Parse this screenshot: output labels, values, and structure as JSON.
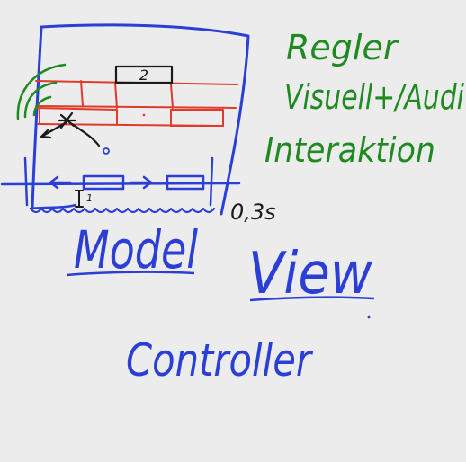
{
  "colors": {
    "background": "#ececec",
    "blue": "#2b3fd6",
    "green": "#1f8a1f",
    "red": "#e23a2a",
    "black": "#1a1a1a"
  },
  "sketch": {
    "box_label": "2",
    "marker_label": "1",
    "duration_label": "0,3s"
  },
  "green_notes": [
    "Regler",
    "Visuell+/Audi",
    "Interaktion"
  ],
  "mvc": {
    "model": "Model",
    "view": "View",
    "controller": "Controller"
  }
}
